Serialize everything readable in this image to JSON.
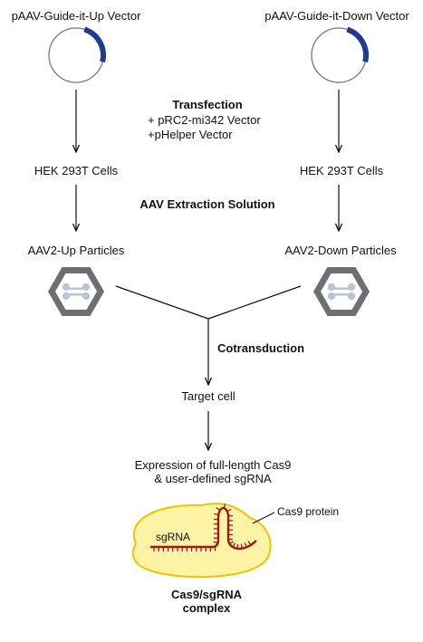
{
  "vectors": {
    "left_title": "pAAV-Guide-it-Up Vector",
    "right_title": "pAAV-Guide-it-Down Vector"
  },
  "transfection": {
    "title": "Transfection",
    "line1": "+ pRC2-mi342 Vector",
    "line2": "+pHelper Vector"
  },
  "cells": {
    "left": "HEK 293T Cells",
    "right": "HEK 293T Cells"
  },
  "extraction": "AAV Extraction Solution",
  "particles": {
    "left": "AAV2-Up Particles",
    "right": "AAV2-Down Particles"
  },
  "cotransduction": "Cotransduction",
  "target": "Target cell",
  "expression": {
    "line1": "Expression of full-length Cas9",
    "line2": "& user-defined sgRNA"
  },
  "complex": {
    "sgrna_label": "sgRNA",
    "protein_label": "Cas9 protein",
    "title_line1": "Cas9/sgRNA",
    "title_line2": "complex"
  },
  "colors": {
    "plasmid_segment": "#1f3a93",
    "capsid_fill": "#6d6f72",
    "capsid_inner": "#ffffff",
    "genome": "#b7c6d4",
    "protein_fill": "#fff3a6",
    "protein_stroke": "#f2c200",
    "rna": "#9b1b1b"
  }
}
